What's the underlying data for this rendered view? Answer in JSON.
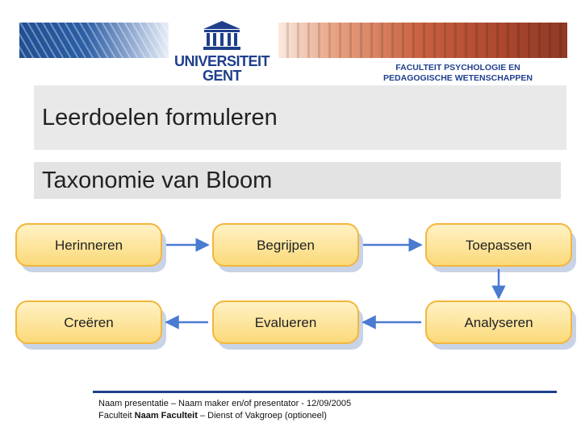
{
  "header": {
    "logo_line1": "UNIVERSITEIT",
    "logo_line2": "GENT",
    "faculty_line1": "FACULTEIT PSYCHOLOGIE EN",
    "faculty_line2": "PEDAGOGISCHE WETENSCHAPPEN"
  },
  "slide": {
    "title": "Leerdoelen formuleren",
    "subtitle": "Taxonomie van Bloom"
  },
  "diagram": {
    "nodes": [
      {
        "label": "Herinneren"
      },
      {
        "label": "Begrijpen"
      },
      {
        "label": "Toepassen"
      },
      {
        "label": "Analyseren"
      },
      {
        "label": "Evalueren"
      },
      {
        "label": "Creëren"
      }
    ],
    "box_fill": "#fde7a3",
    "box_border": "#f3b63c",
    "arrow_color": "#4a7bd1",
    "shadow_color": "#c9d3e6"
  },
  "footer": {
    "line1": "Naam presentatie – Naam maker en/of presentator - 12/09/2005",
    "line2_prefix": "Faculteit ",
    "line2_bold": "Naam Faculteit",
    "line2_suffix": " – Dienst of Vakgroep (optioneel)"
  },
  "colors": {
    "ugent_blue": "#1f3f8c"
  }
}
